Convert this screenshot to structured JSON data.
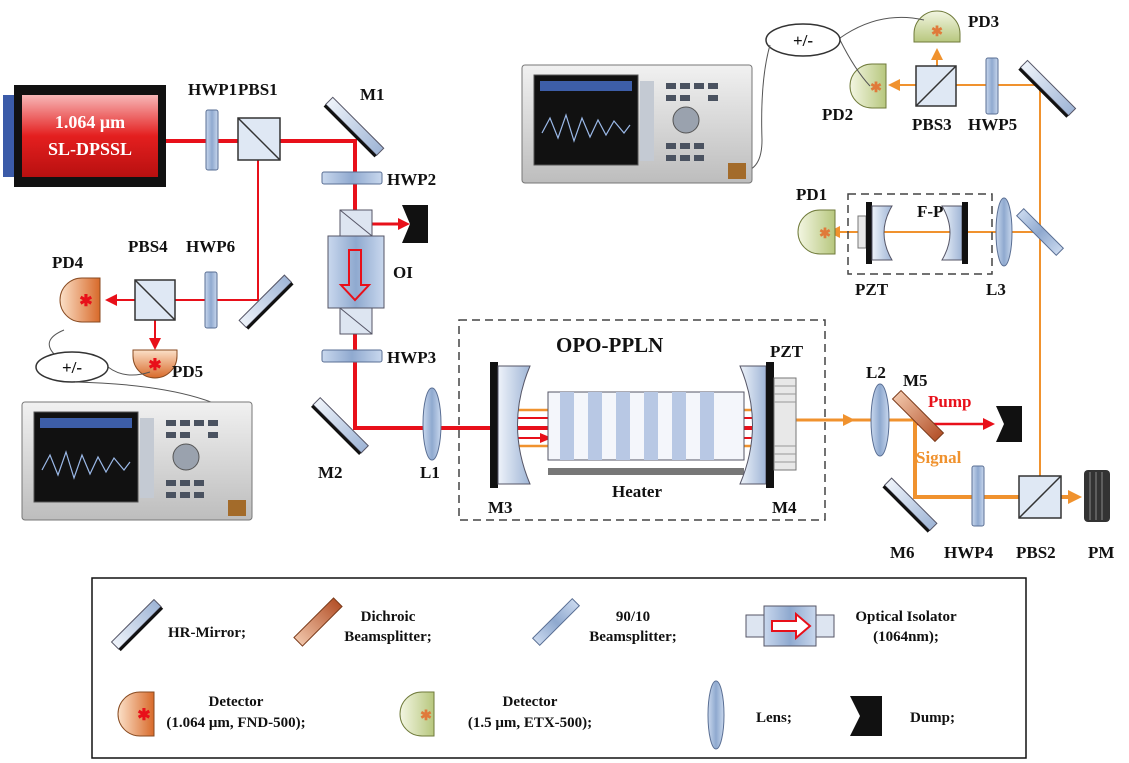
{
  "laser": {
    "line1": "1.064 μm",
    "line2": "SL-DPSSL"
  },
  "labels": {
    "hwp1": "HWP1",
    "pbs1": "PBS1",
    "m1": "M1",
    "hwp2": "HWP2",
    "oi": "OI",
    "hwp3": "HWP3",
    "m2": "M2",
    "l1": "L1",
    "pbs4": "PBS4",
    "hwp6": "HWP6",
    "pd4": "PD4",
    "pd5": "PD5",
    "plusminus_left": "+/-",
    "plusminus_right": "+/-",
    "opo": "OPO-PPLN",
    "pzt_opo": "PZT",
    "m3": "M3",
    "m4": "M4",
    "heater": "Heater",
    "l2": "L2",
    "m5": "M5",
    "pump": "Pump",
    "signal": "Signal",
    "m6": "M6",
    "hwp4": "HWP4",
    "pbs2": "PBS2",
    "pm": "PM",
    "pd1": "PD1",
    "fp": "F-P",
    "pzt_fp": "PZT",
    "l3": "L3",
    "pd2": "PD2",
    "pd3": "PD3",
    "pbs3": "PBS3",
    "hwp5": "HWP5"
  },
  "legend": {
    "hr_mirror": "HR-Mirror;",
    "dichroic_1": "Dichroic",
    "dichroic_2": "Beamsplitter;",
    "bs_1": "90/10",
    "bs_2": "Beamsplitter;",
    "oi_1": "Optical Isolator",
    "oi_2": "(1064nm);",
    "det1_1": "Detector",
    "det1_2": "(1.064 μm, FND-500);",
    "det2_1": "Detector",
    "det2_2": "(1.5 μm, ETX-500);",
    "lens": "Lens;",
    "dump": "Dump;"
  },
  "colors": {
    "pump_beam": "#e8101a",
    "signal_beam": "#f0922e",
    "detector_orange": "#e07a3a",
    "detector_green": "#c8d49a",
    "optic_blue": "#a9bfdc",
    "dichroic": "#c8653a",
    "laser_red": "#e41f1f"
  }
}
